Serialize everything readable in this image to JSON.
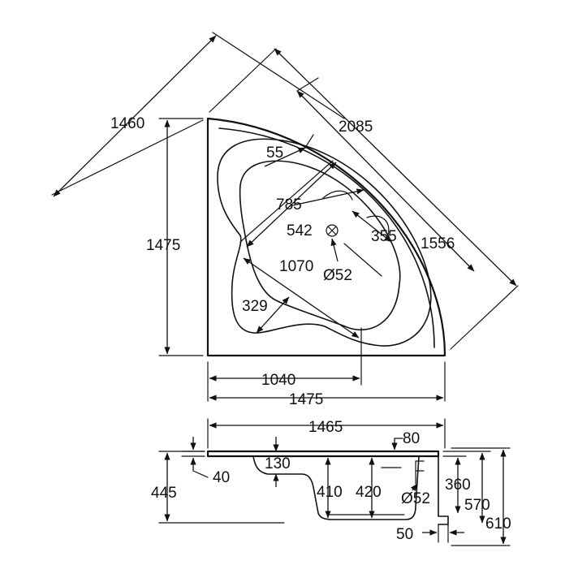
{
  "top_view": {
    "dimensions": {
      "diag_width": "1460",
      "diag_length": "2085",
      "seat_55": "55",
      "inner_785": "785",
      "inner_542": "542",
      "inner_355": "355",
      "inner_1556": "1556",
      "inner_1070": "1070",
      "drain_dia": "Ø52",
      "seat_329": "329",
      "side_height": "1475",
      "drain_offset": "1040",
      "side_width": "1475"
    }
  },
  "side_view": {
    "dimensions": {
      "overall_1465": "1465",
      "rim_80": "80",
      "rim_40": "40",
      "step_130": "130",
      "total_445": "445",
      "depth_410": "410",
      "depth_420": "420",
      "overflow_dia": "Ø52",
      "height_360": "360",
      "height_570": "570",
      "height_610": "610",
      "foot_50": "50"
    }
  },
  "colors": {
    "line": "#111111",
    "background": "#ffffff"
  }
}
